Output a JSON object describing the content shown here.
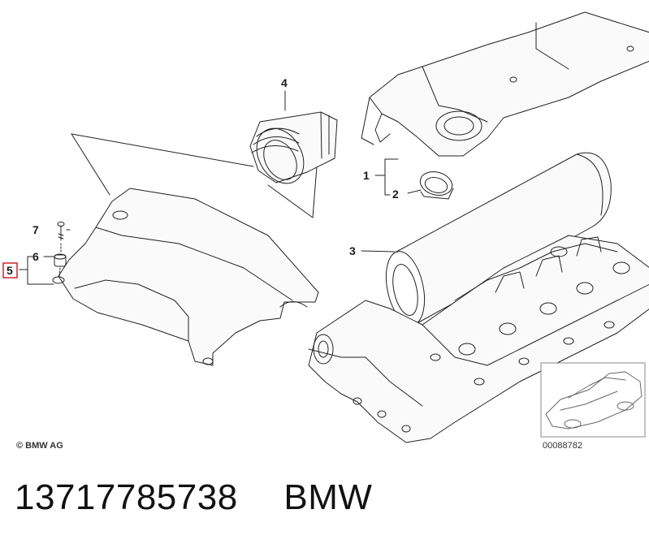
{
  "diagram": {
    "copyright": "© BMW AG",
    "image_code": "00088782",
    "callouts": [
      "1",
      "2",
      "3",
      "4",
      "5",
      "6",
      "7"
    ],
    "highlighted_callout": "5",
    "highlight_color": "#d0202a"
  },
  "footer": {
    "part_number": "13717785738",
    "brand": "BMW"
  }
}
